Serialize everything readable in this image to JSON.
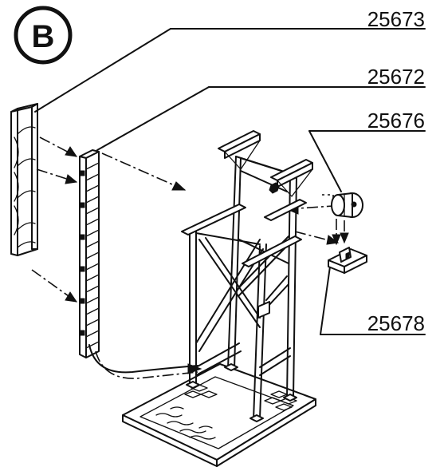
{
  "badge": {
    "letter": "B"
  },
  "labels": [
    {
      "name": "part-25673-label",
      "text": "25673"
    },
    {
      "name": "part-25672-label",
      "text": "25672"
    },
    {
      "name": "part-25676-label",
      "text": "25676"
    },
    {
      "name": "part-25678-label",
      "text": "25678"
    }
  ],
  "colors": {
    "ink": "#111111",
    "paper": "#ffffff"
  }
}
